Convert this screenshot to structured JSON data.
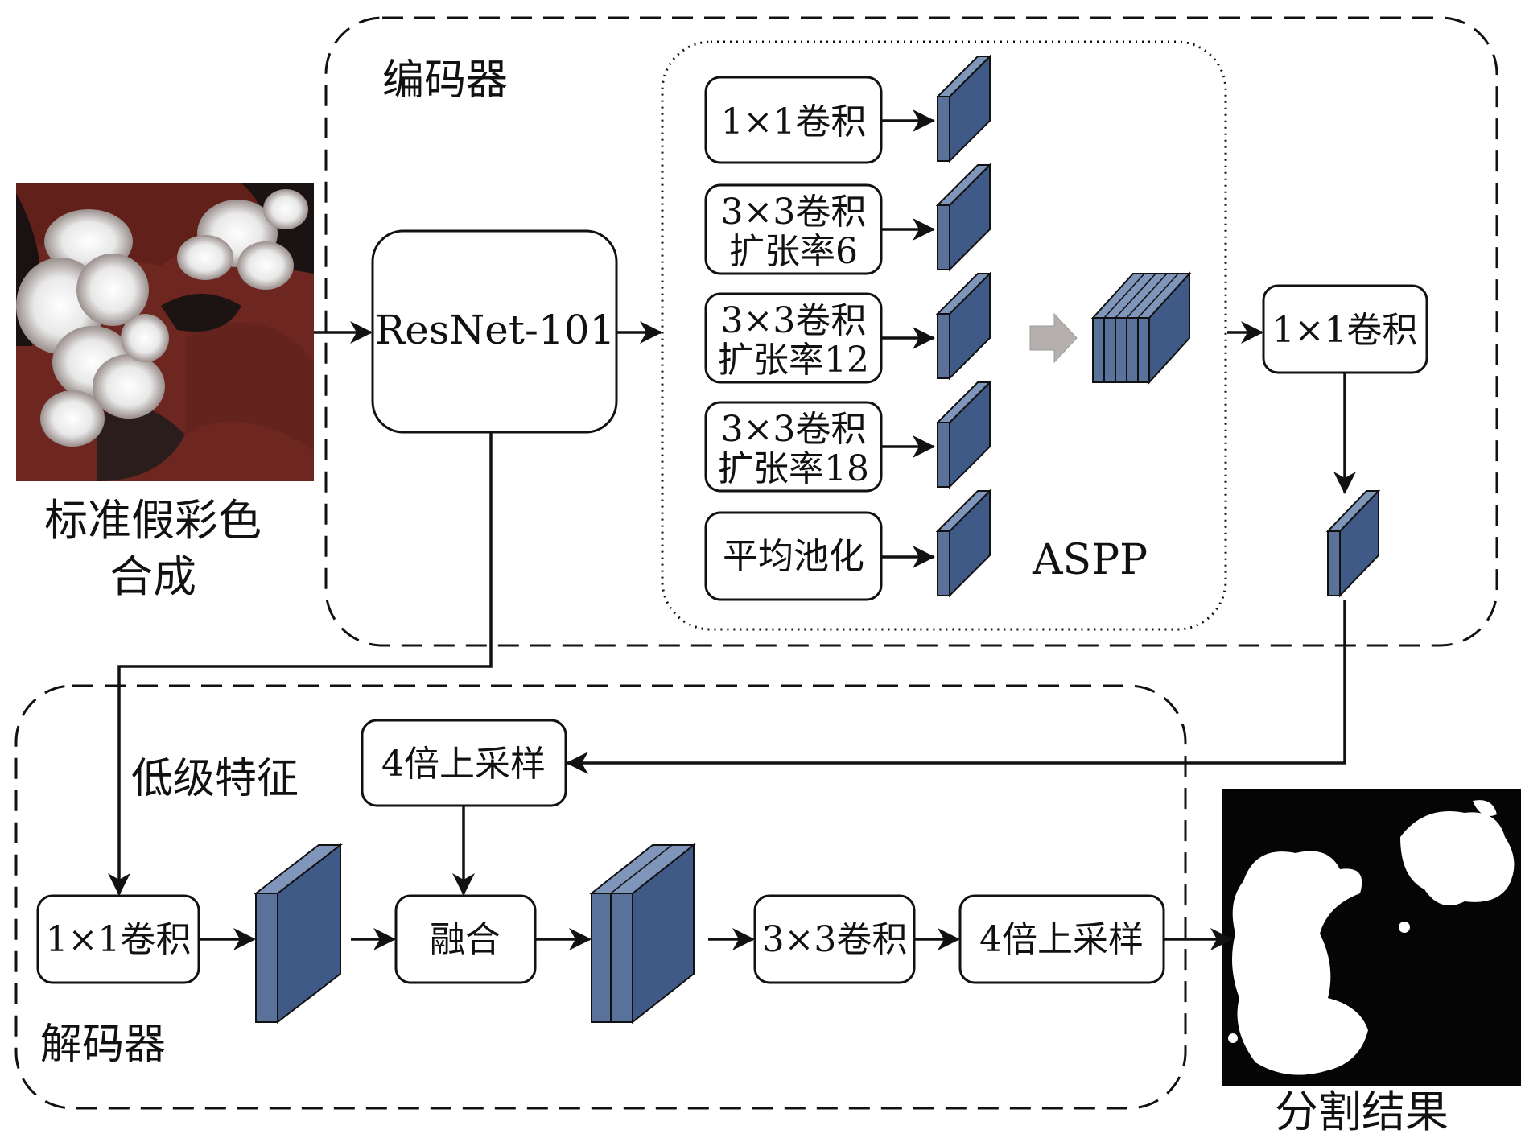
{
  "encoder": {
    "title": "编码器"
  },
  "decoder": {
    "title": "解码器"
  },
  "input": {
    "caption_line1": "标准假彩色",
    "caption_line2": "合成"
  },
  "backbone": {
    "label": "ResNet-101"
  },
  "aspp": {
    "title": "ASPP",
    "branches": [
      {
        "line1": "1×1卷积",
        "line2": ""
      },
      {
        "line1": "3×3卷积",
        "line2": "扩张率6"
      },
      {
        "line1": "3×3卷积",
        "line2": "扩张率12"
      },
      {
        "line1": "3×3卷积",
        "line2": "扩张率18"
      },
      {
        "line1": "平均池化",
        "line2": ""
      }
    ]
  },
  "encoder_conv": {
    "label": "1×1卷积"
  },
  "low_level": {
    "label": "低级特征"
  },
  "decoder_upsample1": {
    "label": "4倍上采样"
  },
  "decoder_conv1": {
    "label": "1×1卷积"
  },
  "fusion": {
    "label": "融合"
  },
  "decoder_conv3": {
    "label": "3×3卷积"
  },
  "decoder_upsample2": {
    "label": "4倍上采样"
  },
  "output": {
    "caption": "分割结果"
  },
  "colors": {
    "feature_map": "#5a7299",
    "input_ground": "#6e2620",
    "cloud": "#f2f2f2"
  }
}
